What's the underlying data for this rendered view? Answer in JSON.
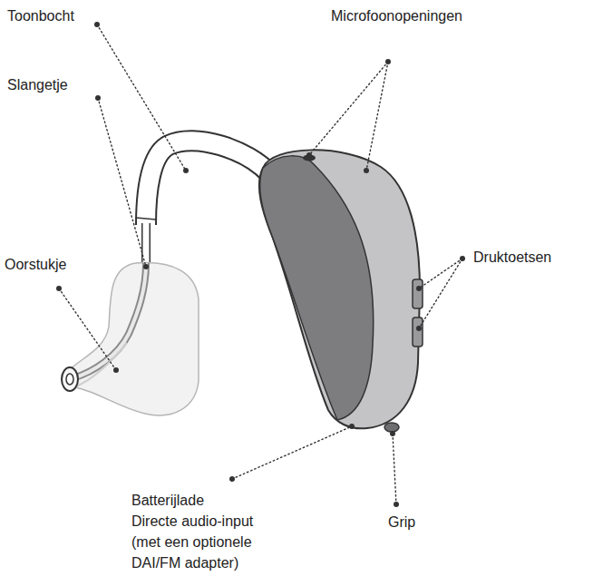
{
  "diagram": {
    "labels": [
      "Toonbocht",
      "Microfoonopeningen",
      "Slangetje",
      "Druktoetsen",
      "Oorstukje",
      "Batterijlade",
      "Directe audio-input (met een optionele DAI/FM adapter)",
      "Grip"
    ]
  }
}
